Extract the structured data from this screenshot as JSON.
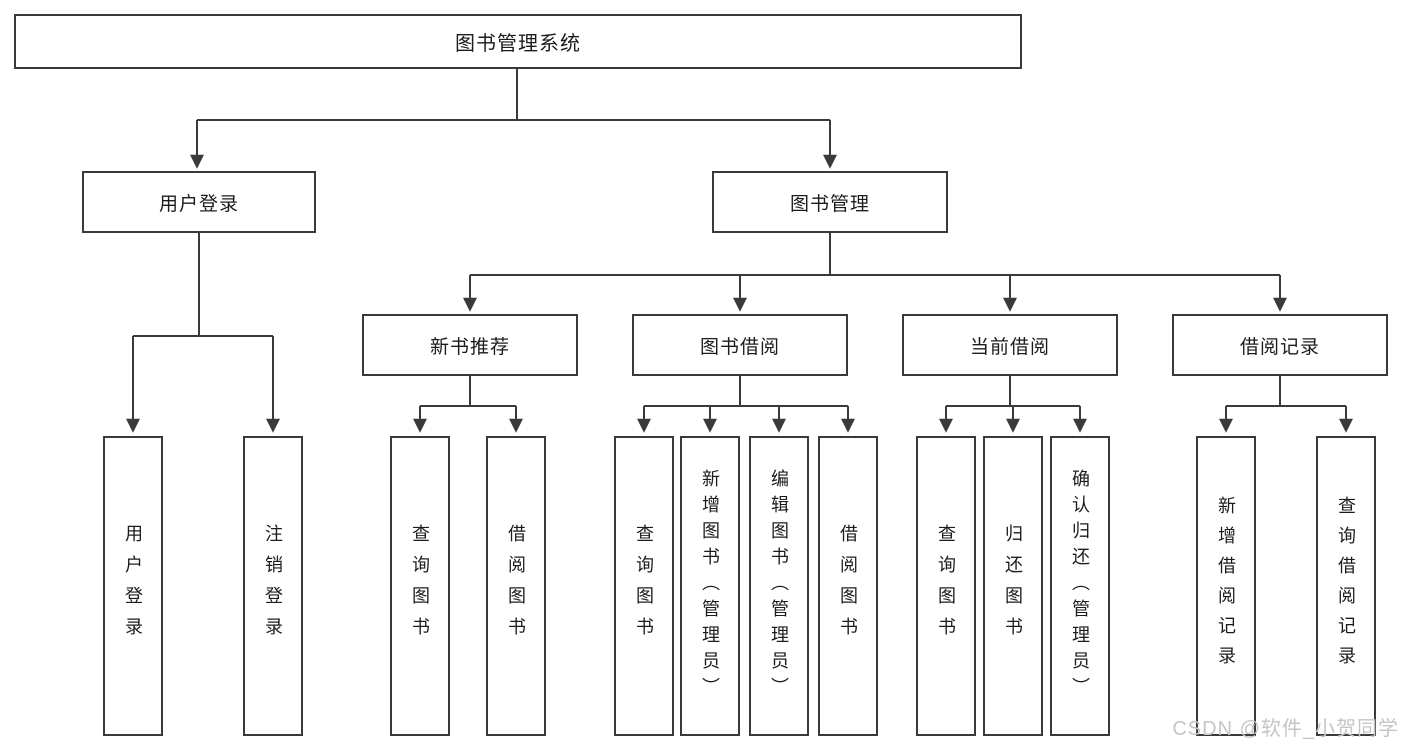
{
  "watermark": "CSDN @软件_小贺同学",
  "tree": {
    "root": {
      "label": "图书管理系统"
    },
    "branches": [
      {
        "label": "用户登录",
        "children": [
          {
            "label": "用户登录"
          },
          {
            "label": "注销登录"
          }
        ]
      },
      {
        "label": "图书管理",
        "children": [
          {
            "label": "新书推荐",
            "children": [
              {
                "label": "查询图书"
              },
              {
                "label": "借阅图书"
              }
            ]
          },
          {
            "label": "图书借阅",
            "children": [
              {
                "label": "查询图书"
              },
              {
                "label": "新增图书（管理员）"
              },
              {
                "label": "编辑图书（管理员）"
              },
              {
                "label": "借阅图书"
              }
            ]
          },
          {
            "label": "当前借阅",
            "children": [
              {
                "label": "查询图书"
              },
              {
                "label": "归还图书"
              },
              {
                "label": "确认归还（管理员）"
              }
            ]
          },
          {
            "label": "借阅记录",
            "children": [
              {
                "label": "新增借阅记录"
              },
              {
                "label": "查询借阅记录"
              }
            ]
          }
        ]
      }
    ]
  },
  "colors": {
    "line": "#3a3a3a",
    "text": "#1c1c1c",
    "watermark": "#c5c5c5",
    "background": "#ffffff"
  }
}
